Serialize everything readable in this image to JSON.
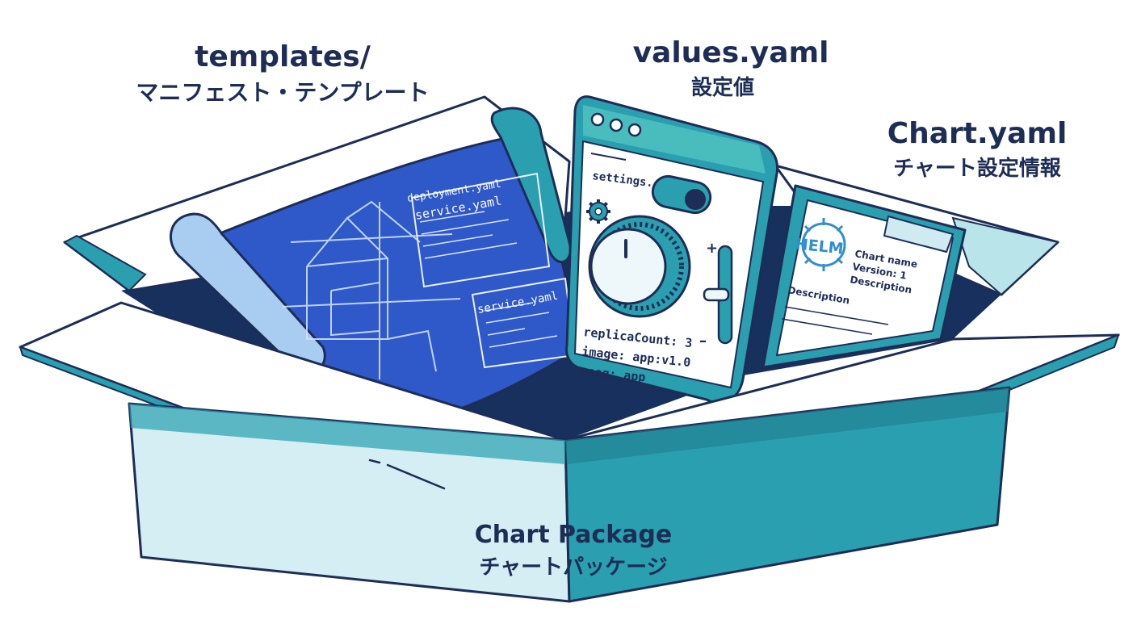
{
  "labels": {
    "templates": {
      "title": "templates/",
      "subtitle": "マニフェスト・テンプレート"
    },
    "values": {
      "title": "values.yaml",
      "subtitle": "設定値"
    },
    "chart_yaml": {
      "title": "Chart.yaml",
      "subtitle": "チャート設定情報"
    },
    "package": {
      "title": "Chart Package",
      "subtitle": "チャートパッケージ"
    }
  },
  "blueprint": {
    "files": [
      "deployment.yaml",
      "service.yaml",
      "service.yaml"
    ]
  },
  "values_window": {
    "settings_label": "settings.",
    "plus": "+",
    "minus": "–",
    "lines": [
      "replicaCount: 3",
      "image: app:v1.0",
      "useg: app"
    ]
  },
  "chart_card": {
    "logo": "HELM",
    "lines": [
      "Chart name",
      "Version: 1",
      "Description"
    ],
    "description_label": "Description"
  },
  "colors": {
    "navy": "#1d2d56",
    "teal": "#2a9fb0",
    "teal_dark": "#1f7f8f",
    "teal_light": "#b9e4ea",
    "blueprint": "#2f58c9",
    "box_interior": "#17305e"
  },
  "icons": [
    "gear-icon",
    "knob-icon",
    "slider-icon",
    "toggle-icon",
    "helm-logo"
  ]
}
